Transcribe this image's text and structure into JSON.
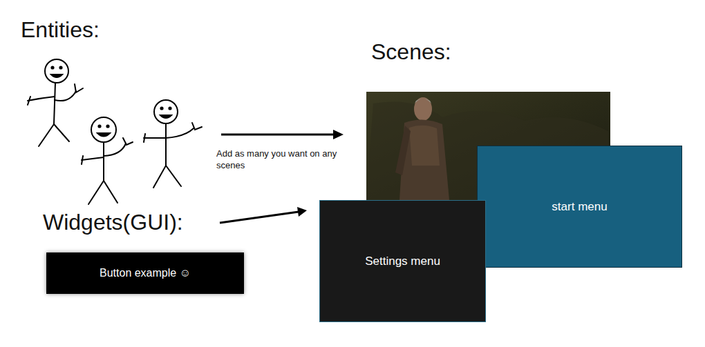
{
  "diagram": {
    "nodes": [
      {
        "text": [
          "start menu"
        ]
      },
      {
        "text": [
          "Settings menu"
        ]
      },
      {
        "text": [
          "Button example ☺"
        ]
      }
    ],
    "labels": [
      "Entities:",
      "Scenes:",
      "Add as many you want on any scenes",
      "Widgets(GUI):"
    ]
  }
}
